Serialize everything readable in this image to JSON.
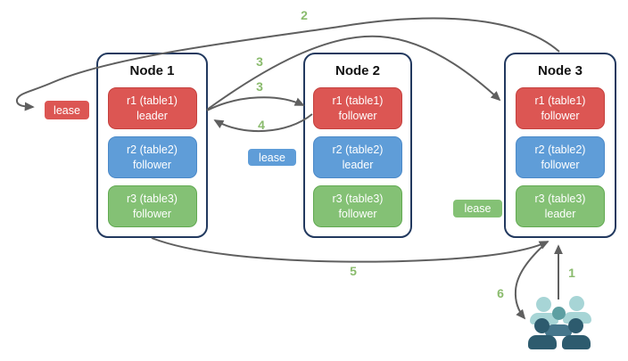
{
  "colors": {
    "arrow": "#5f5f5f",
    "step-num": "#8abb6d",
    "node-border": "#22395f",
    "title": "#111111",
    "red-fill": "#dc5653",
    "red-border": "#c4403d",
    "blue-fill": "#5f9dd8",
    "blue-border": "#4b89c8",
    "green-fill": "#84c175",
    "green-border": "#61a951",
    "people-light": "#a7d5d6",
    "people-mid": "#5d9fa2",
    "people-middark": "#45768b",
    "people-dark": "#2d5b6e"
  },
  "nodes": [
    {
      "title": "Node 1",
      "replicas": [
        {
          "name": "r1 (table1)",
          "role": "leader",
          "color": "red"
        },
        {
          "name": "r2 (table2)",
          "role": "follower",
          "color": "blue"
        },
        {
          "name": "r3 (table3)",
          "role": "follower",
          "color": "green"
        }
      ]
    },
    {
      "title": "Node 2",
      "replicas": [
        {
          "name": "r1 (table1)",
          "role": "follower",
          "color": "red"
        },
        {
          "name": "r2 (table2)",
          "role": "leader",
          "color": "blue"
        },
        {
          "name": "r3 (table3)",
          "role": "follower",
          "color": "green"
        }
      ]
    },
    {
      "title": "Node 3",
      "replicas": [
        {
          "name": "r1 (table1)",
          "role": "follower",
          "color": "red"
        },
        {
          "name": "r2 (table2)",
          "role": "follower",
          "color": "blue"
        },
        {
          "name": "r3 (table3)",
          "role": "leader",
          "color": "green"
        }
      ]
    }
  ],
  "leases": {
    "table1": {
      "label": "lease",
      "color": "red"
    },
    "table2": {
      "label": "lease",
      "color": "blue"
    },
    "table3": {
      "label": "lease",
      "color": "green"
    }
  },
  "steps": {
    "s1": "1",
    "s2": "2",
    "s3a": "3",
    "s3b": "3",
    "s4": "4",
    "s5": "5",
    "s6": "6"
  },
  "icons": {
    "users_group": "users-group-icon"
  }
}
